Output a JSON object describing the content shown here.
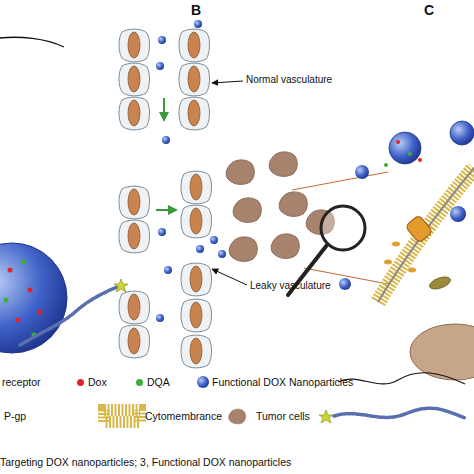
{
  "diagram": {
    "caption": "Targeting DOX nanoparticles; 3, Functional DOX nanoparticles",
    "labels": [
      "B",
      "C",
      "Normal vasculature",
      "Leaky vasculature"
    ],
    "legend": [
      {
        "text": "receptor"
      },
      {
        "text": "Dox",
        "color": "#e02424"
      },
      {
        "text": "DQA",
        "color": "#3dae3d"
      },
      {
        "text": "Functional DOX Nanoparticles"
      },
      {
        "text": "P-gp"
      },
      {
        "text": "Cytomembrance"
      },
      {
        "text": "Tumor cells"
      }
    ]
  }
}
